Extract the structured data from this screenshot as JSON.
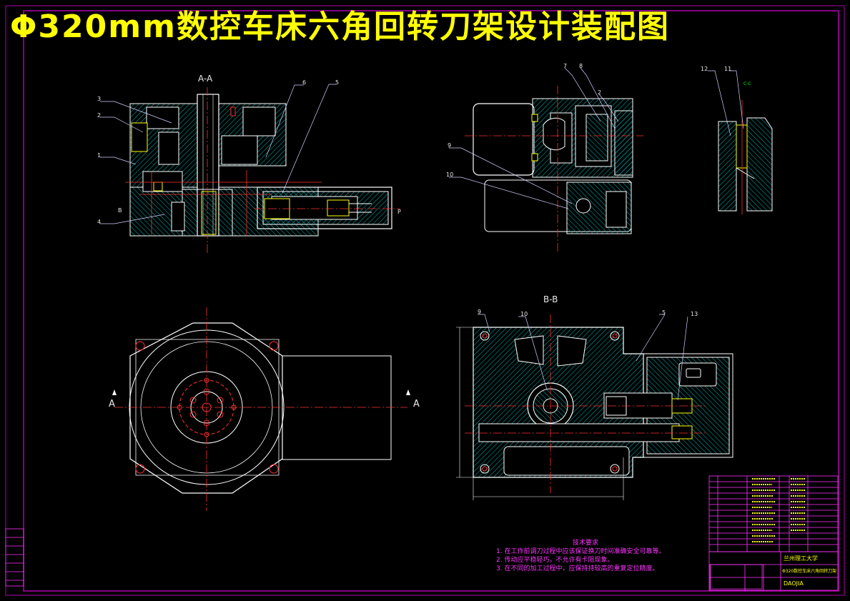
{
  "drawing": {
    "title": "Φ320mm数控车床六角回转刀架设计装配图",
    "section_aa": "A-A",
    "section_bb": "B-B",
    "section_cc": "C-C",
    "cut_marker_a_left": "A",
    "cut_marker_a_right": "A",
    "cut_marker_b": "B",
    "cut_marker_p": "P"
  },
  "balloons_aa": [
    "3",
    "2",
    "1",
    "4",
    "6",
    "5"
  ],
  "balloons_side": [
    "7",
    "8",
    "2",
    "9",
    "10"
  ],
  "balloons_detail": [
    "12",
    "11"
  ],
  "balloons_bb": [
    "9",
    "10",
    "5",
    "13"
  ],
  "technical_notes": {
    "heading": "技术要求",
    "items": [
      "1. 在工作前调刀过程中应该保证换刀时间准确安全可靠等。",
      "2. 传动应平稳轻巧，不允许有卡阻现象。",
      "3. 在不同的加工过程中，应保持持较高的重复定位精度。"
    ]
  },
  "title_block": {
    "school": "兰州理工大学",
    "drawing_name": "Φ320数控车床六角回转刀架",
    "drawing_no": "DAOJIA"
  },
  "colors": {
    "frame": "#b000b0",
    "title": "#ffff00",
    "outline": "#ffffff",
    "hatch": "#00a0a0",
    "centerline": "#ff3030",
    "leader": "#d0d0ff",
    "notes": "#ff33ff",
    "table": "#ff33ff",
    "table_text": "#ffff00",
    "dimension": "#00ff00"
  }
}
